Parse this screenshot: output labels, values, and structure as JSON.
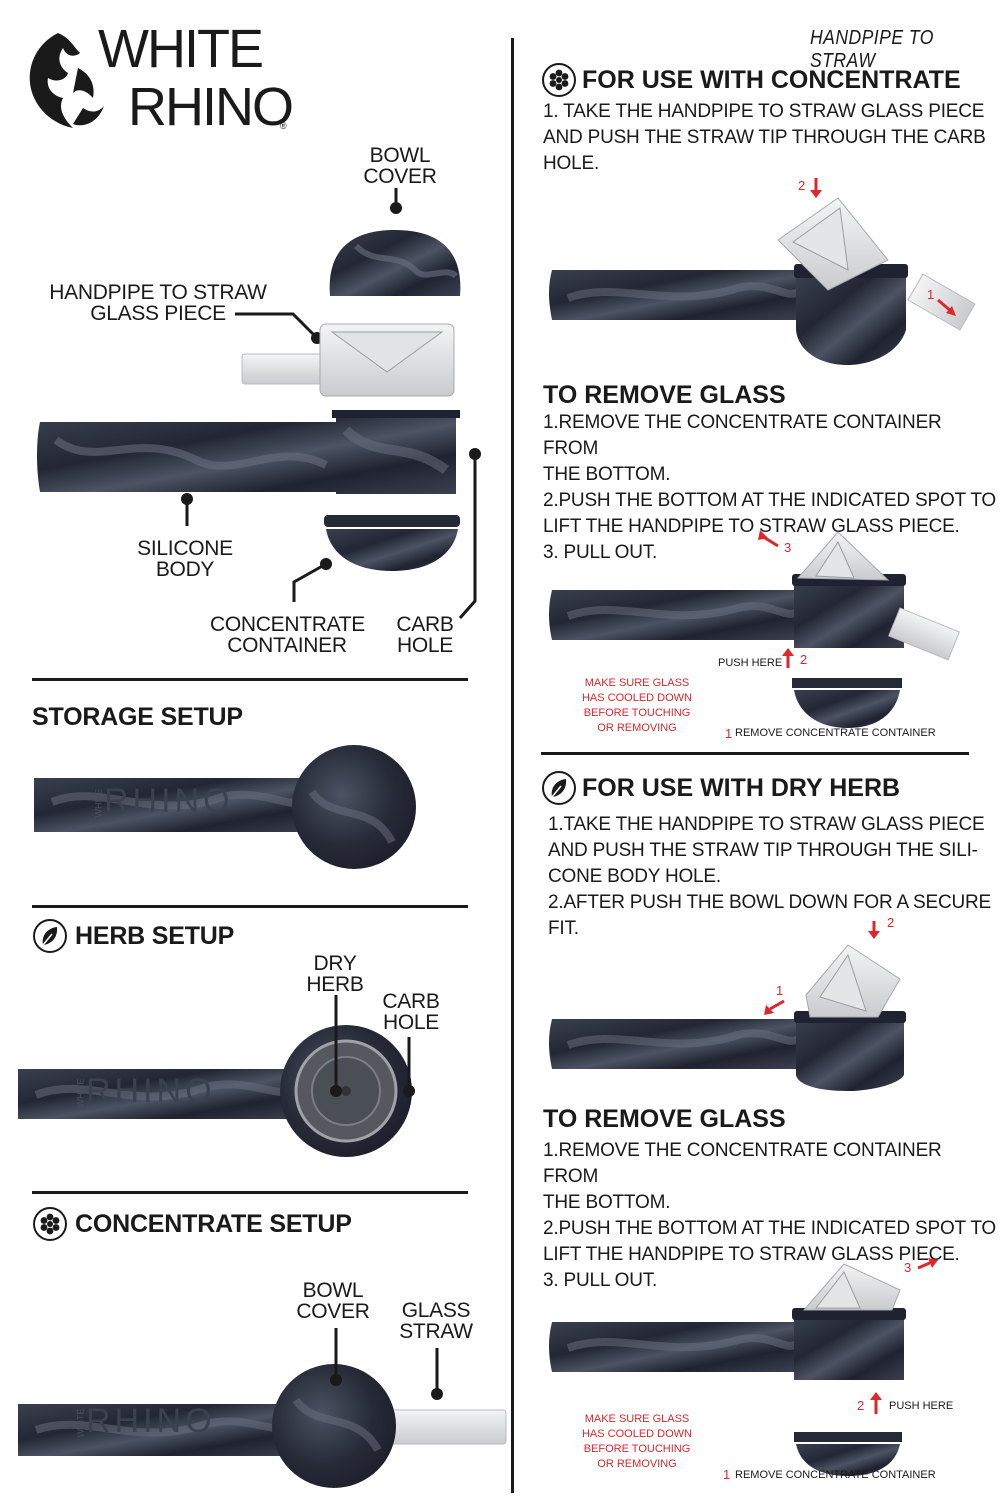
{
  "brand": {
    "line1": "WHITE",
    "line2": "RHINO",
    "reg": "®"
  },
  "header": {
    "doc_title": "HANDPIPE TO STRAW"
  },
  "parts": {
    "bowl_cover": [
      "BOWL",
      "COVER"
    ],
    "glass_piece": [
      "HANDPIPE TO STRAW",
      "GLASS PIECE"
    ],
    "silicone_body": [
      "SILICONE",
      "BODY"
    ],
    "concentrate_container": [
      "CONCENTRATE",
      "CONTAINER"
    ],
    "carb_hole": [
      "CARB",
      "HOLE"
    ]
  },
  "storage": {
    "title": "STORAGE SETUP"
  },
  "herb_setup": {
    "title": "HERB SETUP",
    "dry_herb": [
      "DRY",
      "HERB"
    ],
    "carb_hole": [
      "CARB",
      "HOLE"
    ]
  },
  "concentrate_setup": {
    "title": "CONCENTRATE SETUP",
    "bowl_cover": [
      "BOWL",
      "COVER"
    ],
    "glass_straw": [
      "GLASS",
      "STRAW"
    ]
  },
  "pipe_text": {
    "white": "WHITE",
    "rhino": "RHINO"
  },
  "right": {
    "concentrate": {
      "title": "FOR USE WITH CONCENTRATE",
      "step1": [
        "1. TAKE THE HANDPIPE TO STRAW GLASS PIECE",
        "AND PUSH THE STRAW TIP THROUGH THE CARB",
        "HOLE."
      ],
      "n1": "1",
      "n2": "2"
    },
    "remove1": {
      "title": "TO REMOVE GLASS",
      "steps": [
        "1.REMOVE THE CONCENTRATE CONTAINER FROM",
        "THE BOTTOM.",
        "2.PUSH THE BOTTOM AT THE INDICATED SPOT TO",
        "LIFT THE HANDPIPE TO STRAW GLASS PIECE.",
        "3. PULL OUT."
      ],
      "push_here": "PUSH HERE",
      "remove_container": "REMOVE CONCENTRATE CONTAINER",
      "warning": [
        "MAKE SURE GLASS",
        "HAS COOLED DOWN",
        "BEFORE TOUCHING",
        "OR REMOVING"
      ],
      "n1": "1",
      "n2": "2",
      "n3": "3"
    },
    "dryherb": {
      "title": "FOR USE WITH DRY HERB",
      "steps": [
        "1.TAKE THE HANDPIPE TO STRAW GLASS PIECE",
        "AND PUSH THE STRAW TIP THROUGH THE SILI-",
        "CONE BODY HOLE.",
        "2.AFTER PUSH THE BOWL DOWN FOR A SECURE",
        "FIT."
      ],
      "n1": "1",
      "n2": "2"
    },
    "remove2": {
      "title": "TO REMOVE GLASS",
      "steps": [
        "1.REMOVE THE CONCENTRATE CONTAINER FROM",
        "THE BOTTOM.",
        "2.PUSH THE BOTTOM AT THE INDICATED SPOT TO",
        "LIFT THE HANDPIPE TO STRAW GLASS PIECE.",
        "3. PULL OUT."
      ],
      "push_here": "PUSH HERE",
      "remove_container": "REMOVE CONCENTRATE CONTAINER",
      "warning": [
        "MAKE SURE GLASS",
        "HAS COOLED DOWN",
        "BEFORE TOUCHING",
        "OR REMOVING"
      ],
      "n1": "1",
      "n2": "2",
      "n3": "3"
    }
  },
  "colors": {
    "silicone": "#2b2f3c",
    "silicone_light": "#6b7080",
    "accent_red": "#e0262b",
    "ink": "#1a1a1a"
  },
  "icons": {
    "concentrate": "flower-icon",
    "herb": "leaf-icon"
  }
}
